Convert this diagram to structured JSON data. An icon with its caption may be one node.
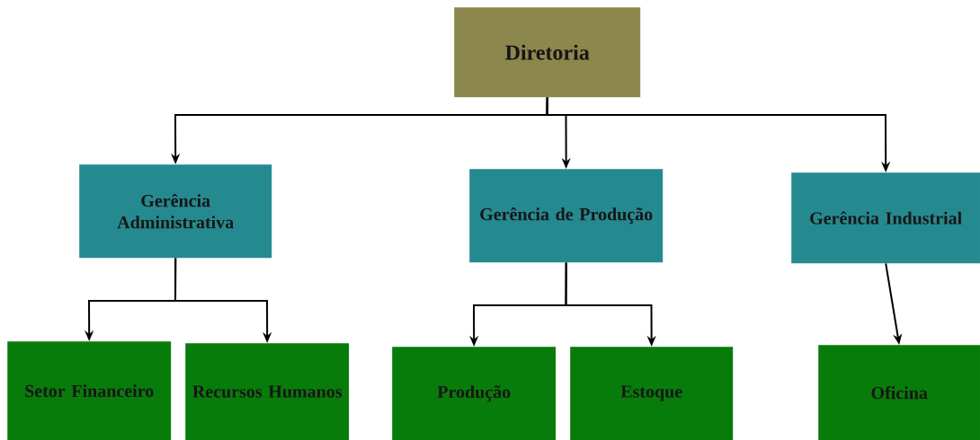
{
  "diagram": {
    "nodes": [
      {
        "text": [
          "Diretoria"
        ]
      },
      {
        "text": [
          "Gerência Administrativa"
        ]
      },
      {
        "text": [
          "Gerência de Produção"
        ]
      },
      {
        "text": [
          "Gerência Industrial"
        ]
      },
      {
        "text": [
          "Setor Financeiro"
        ]
      },
      {
        "text": [
          "Recursos Humanos"
        ]
      },
      {
        "text": [
          "Produção"
        ]
      },
      {
        "text": [
          "Estoque"
        ]
      },
      {
        "text": [
          "Oficina"
        ]
      }
    ],
    "edges": [
      {
        "from": 0,
        "to": 1,
        "arrow": "to"
      },
      {
        "from": 0,
        "to": 2,
        "arrow": "to"
      },
      {
        "from": 0,
        "to": 3,
        "arrow": "to"
      },
      {
        "from": 1,
        "to": 4,
        "arrow": "to"
      },
      {
        "from": 1,
        "to": 5,
        "arrow": "to"
      },
      {
        "from": 2,
        "to": 6,
        "arrow": "to"
      },
      {
        "from": 2,
        "to": 7,
        "arrow": "to"
      },
      {
        "from": 3,
        "to": 8,
        "arrow": "to"
      }
    ]
  }
}
